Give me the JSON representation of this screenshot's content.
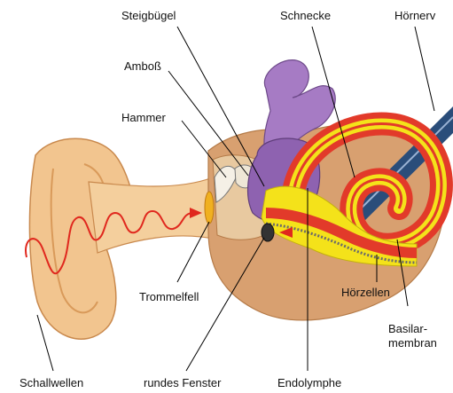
{
  "labels": {
    "steigbuegel": "Steigbügel",
    "schnecke": "Schnecke",
    "hoernerv": "Hörnerv",
    "amboss": "Amboß",
    "hammer": "Hammer",
    "trommelfell": "Trommelfell",
    "hoerzellen": "Hörzellen",
    "basilar_line1": "Basilar-",
    "basilar_line2": "membran",
    "schallwellen": "Schallwellen",
    "rundes_fenster": "rundes Fenster",
    "endolymphe": "Endolymphe"
  },
  "colors": {
    "skin": "#f2c58f",
    "skin_dark": "#d99a5a",
    "tissue": "#d8a070",
    "bone_purple": "#a67bc4",
    "cochlea_red": "#e23a2a",
    "cochlea_yellow": "#f4e21a",
    "nerve_blue": "#2a4d7a",
    "wave_red": "#e0281e",
    "leader": "#000000"
  }
}
